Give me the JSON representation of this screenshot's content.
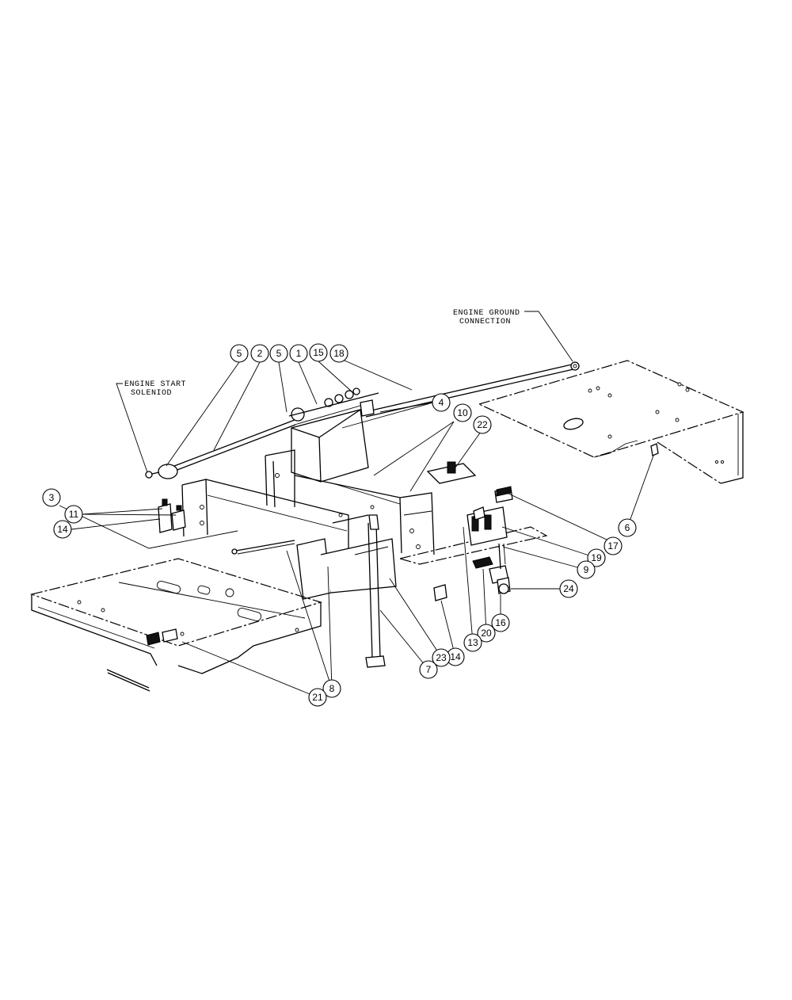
{
  "notes": {
    "engine_ground_line1": "ENGINE GROUND",
    "engine_ground_line2": "CONNECTION",
    "engine_start_line1": "ENGINE START",
    "engine_start_line2": "SOLENIOD"
  },
  "callouts": [
    "5",
    "2",
    "5",
    "1",
    "15",
    "18",
    "4",
    "10",
    "22",
    "11",
    "14",
    "3",
    "6",
    "17",
    "19",
    "9",
    "24",
    "16",
    "20",
    "13",
    "14",
    "23",
    "7",
    "8",
    "21"
  ]
}
